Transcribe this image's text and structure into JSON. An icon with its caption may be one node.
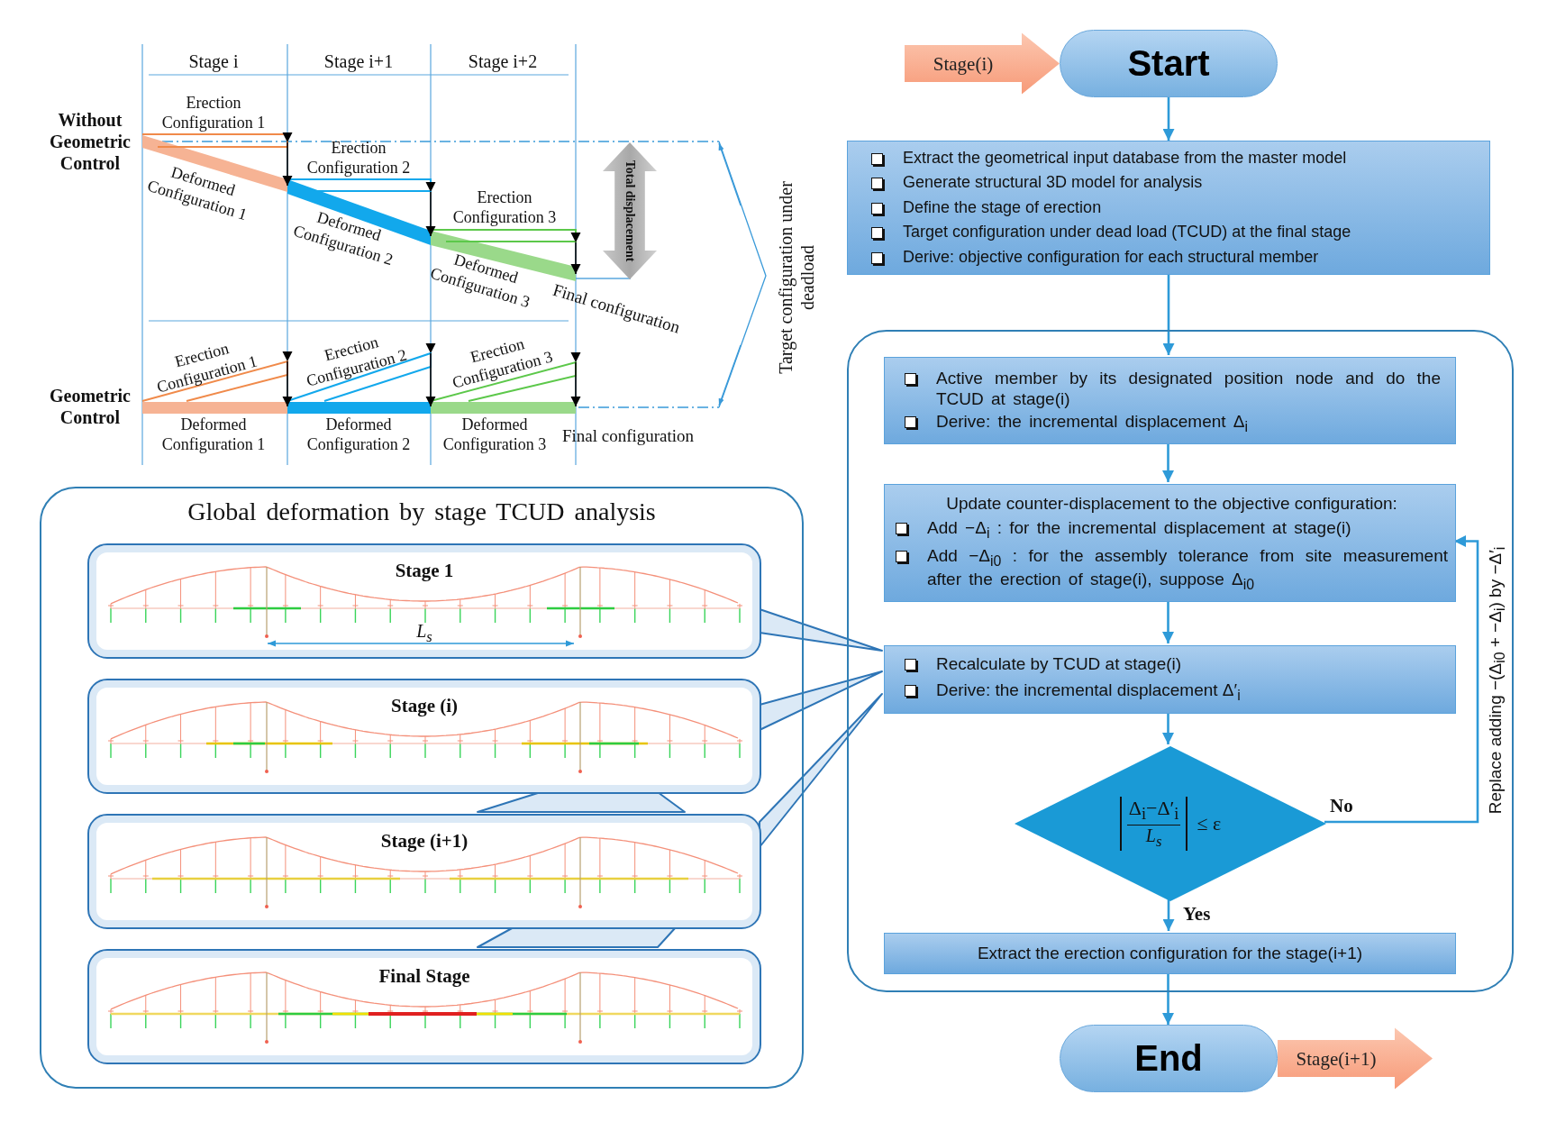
{
  "diagram": {
    "nodes": [
      {
        "text": [
          "Start"
        ]
      },
      {
        "text": [
          "Extract the geometrical input database from the master model",
          "Generate structural 3D model for analysis",
          "Define the stage of erection",
          "Target configuration under dead load (TCUD) at the final stage",
          "Derive: objective configuration for each structural member"
        ]
      },
      {
        "text": [],
        "shape": "box"
      },
      {
        "text": [
          "Active member by its designated position node and do the TCUD at stage(i)",
          "Derive: the incremental displacement Δ$_{i}$"
        ],
        "in": 2
      },
      {
        "text": [
          "Update counter-displacement to the objective configuration:",
          "Add −Δ$_{i}$ : for the incremental displacement at stage(i)",
          "Add −Δ$_{i0}$ : for the assembly tolerance from site measurement after the erection of stage(i), suppose Δ$_{i0}$"
        ],
        "in": 2
      },
      {
        "text": [
          "Recalculate by TCUD at stage(i)",
          "Derive: the incremental displacement Δ′$_{i}$"
        ],
        "in": 2
      },
      {
        "text": [
          "Δ$_{i}$−Δ′$_{i}$",
          "L$_{s}$",
          "≤ ε"
        ],
        "in": 2
      },
      {
        "text": [
          "Extract the erection configuration for the stage(i+1)"
        ],
        "in": 2
      },
      {
        "text": [
          "End"
        ]
      },
      {
        "text": [
          "Global deformation by stage TCUD analysis"
        ]
      },
      {
        "text": [
          "Stage 1"
        ],
        "in": 9
      },
      {
        "text": [
          "Stage (i)"
        ],
        "in": 9
      },
      {
        "text": [
          "Stage (i+1)"
        ],
        "in": 9
      },
      {
        "text": [
          "Final Stage"
        ],
        "in": 9
      },
      {
        "text": [
          "Total displacement"
        ]
      }
    ],
    "edges": [
      {
        "from": null,
        "to": 0,
        "arrow": "to",
        "label": "Stage(i)",
        "style": "thick",
        "color": "#f79a78"
      },
      {
        "from": 0,
        "to": 1,
        "arrow": "to"
      },
      {
        "from": 1,
        "to": 3,
        "arrow": "to"
      },
      {
        "from": 3,
        "to": 4,
        "arrow": "to"
      },
      {
        "from": 4,
        "to": 5,
        "arrow": "to"
      },
      {
        "from": 5,
        "to": 6,
        "arrow": "to"
      },
      {
        "from": 6,
        "to": 7,
        "arrow": "to",
        "label": "Yes"
      },
      {
        "from": 7,
        "to": 8,
        "arrow": "to"
      },
      {
        "from": 6,
        "to": 4,
        "arrow": "to",
        "label": "No"
      },
      {
        "from": 10,
        "to": 5,
        "arrow": "none",
        "style": "thick",
        "color": "#2e75b6"
      },
      {
        "from": 11,
        "to": 5,
        "arrow": "none",
        "style": "thick",
        "color": "#2e75b6"
      },
      {
        "from": 12,
        "to": 5,
        "arrow": "none",
        "style": "thick",
        "color": "#2e75b6"
      },
      {
        "from": 11,
        "to": 12,
        "arrow": "none",
        "style": "thick",
        "color": "#2e75b6"
      },
      {
        "from": 12,
        "to": 13,
        "arrow": "none",
        "style": "thick",
        "color": "#2e75b6"
      },
      {
        "from": 8,
        "to": null,
        "arrow": "to",
        "label": "Stage(i+1)",
        "style": "thick",
        "color": "#f79a78"
      }
    ],
    "labels": [
      "Stage i",
      "Stage i+1",
      "Stage i+2",
      "Erection Configuration 1",
      "Without Geometric Control",
      "Erection Configuration 2",
      "Deformed Configuration 1",
      "Erection Configuration 3",
      "Deformed Configuration 2",
      "Deformed Configuration 3",
      "Final configuration",
      "Target configuration under deadload",
      "Erection Configuration 1",
      "Erection Configuration 2",
      "Erection Configuration 3",
      "Geometric Control",
      "Deformed Configuration 1",
      "Deformed Configuration 2",
      "Deformed Configuration 3",
      "Final configuration",
      "L$_{s}$",
      "Replace adding −(Δ$_{i0}$ + −Δ$_{i}$) by −Δ′$_{i}$"
    ]
  }
}
